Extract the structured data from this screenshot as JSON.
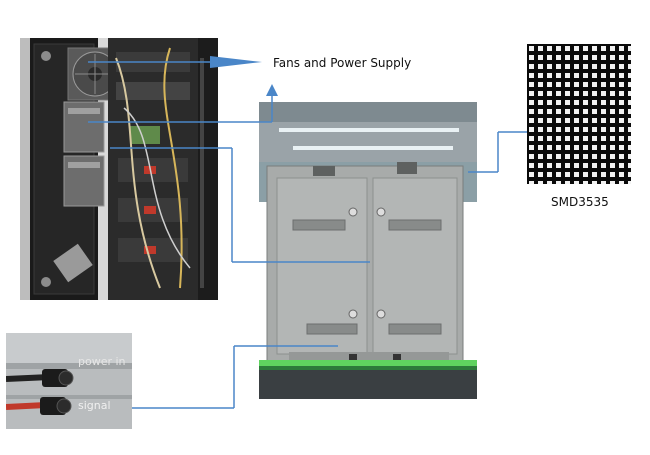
{
  "labels": {
    "fans_power": "Fans and Power Supply",
    "smd": "SMD3535",
    "signal": "signal",
    "power_in": "power in"
  },
  "colors": {
    "callout_line": "#4a86c8",
    "cabinet": "#a8abaa",
    "floor": "#5fd35f"
  }
}
